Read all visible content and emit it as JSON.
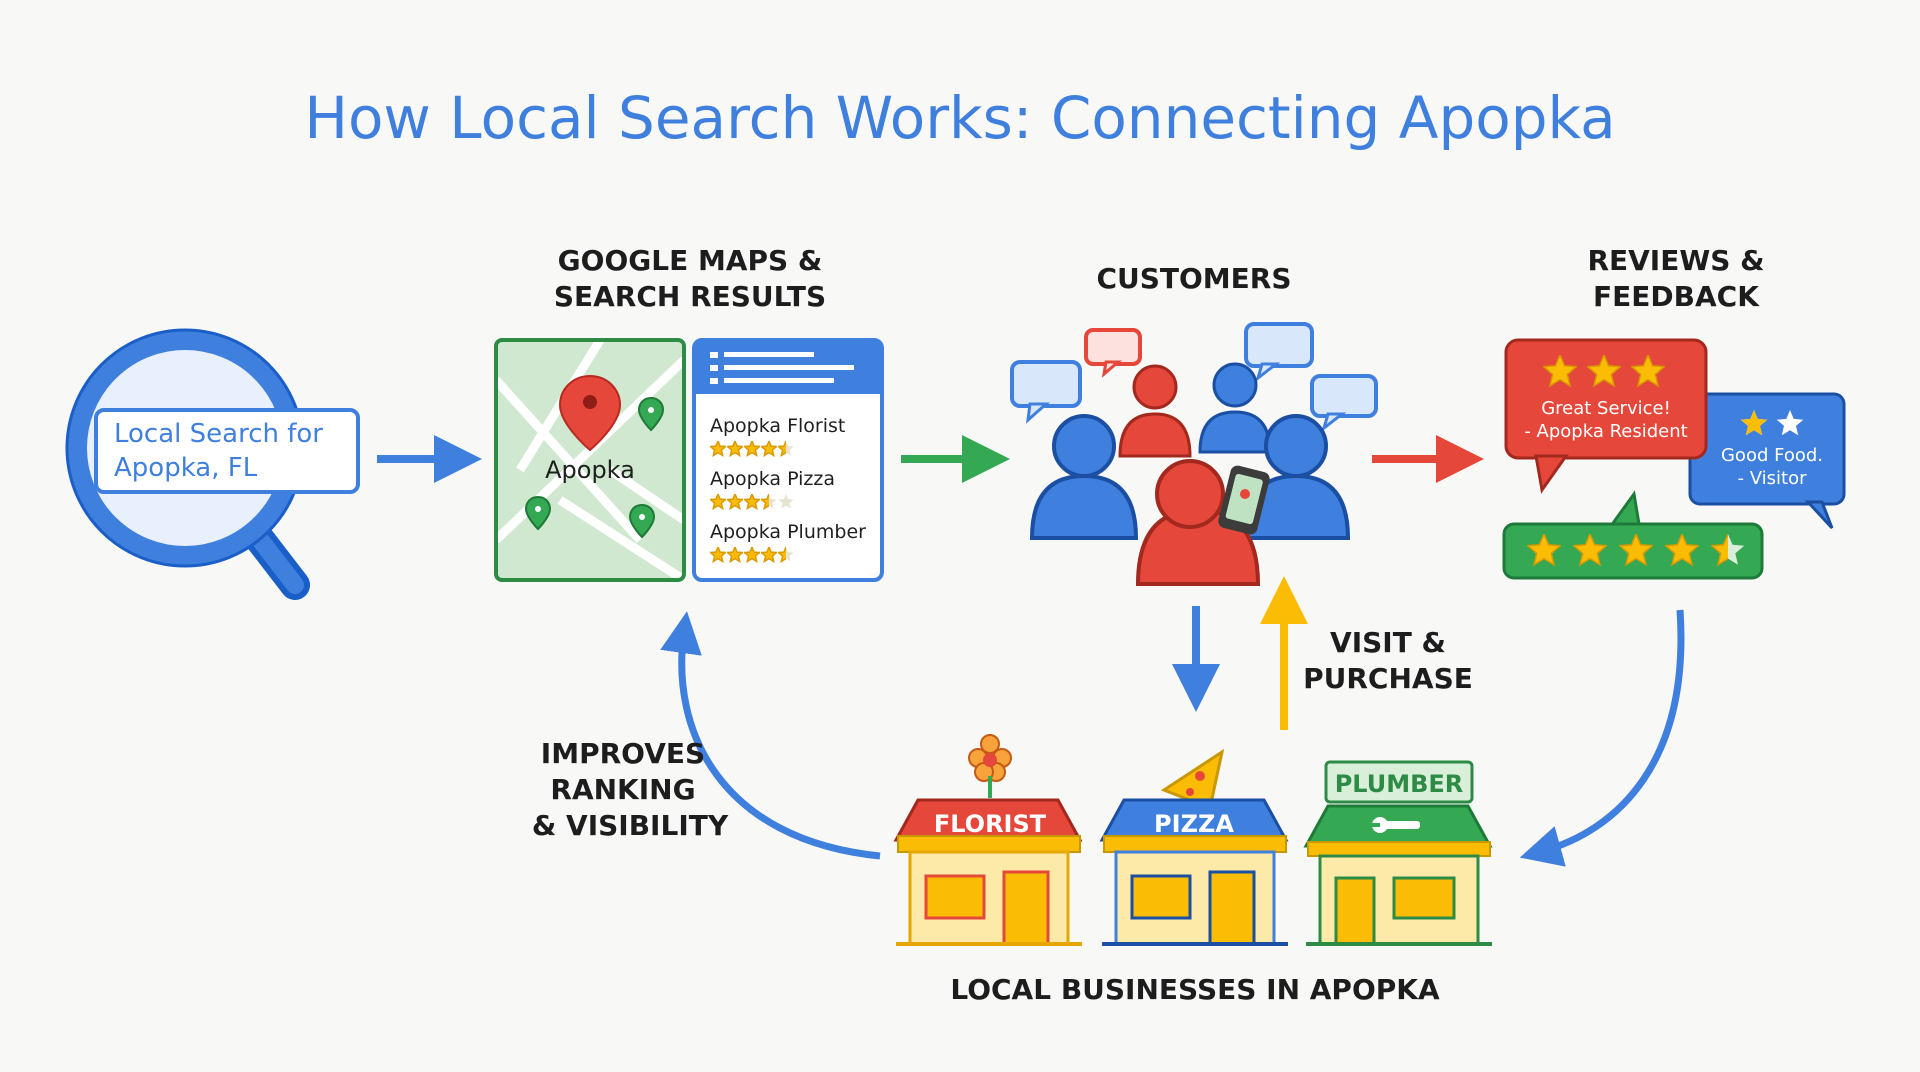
{
  "title": "How Local Search Works: Connecting Apopka",
  "search": {
    "line1": "Local Search for",
    "line2": "Apopka, FL"
  },
  "maps": {
    "label_line1": "GOOGLE MAPS &",
    "label_line2": "SEARCH RESULTS",
    "city": "Apopka",
    "results": [
      "Apopka Florist",
      "Apopka Pizza",
      "Apopka Plumber"
    ],
    "ratings": [
      4.5,
      3.5,
      4.5
    ]
  },
  "customers": {
    "label": "CUSTOMERS"
  },
  "reviews": {
    "label_line1": "REVIEWS &",
    "label_line2": "FEEDBACK",
    "review1_line1": "Great Service!",
    "review1_line2": "- Apopka Resident",
    "review2_line1": "Good Food.",
    "review2_line2": "- Visitor",
    "rating_bar": 4.5
  },
  "visit": {
    "line1": "VISIT &",
    "line2": "PURCHASE"
  },
  "improves": {
    "line1": "IMPROVES",
    "line2": "RANKING",
    "line3": "& VISIBILITY"
  },
  "businesses": {
    "label": "LOCAL BUSINESSES IN APOPKA",
    "shops": [
      "FLORIST",
      "PIZZA",
      "PLUMBER"
    ]
  },
  "colors": {
    "blue": "#3f7fde",
    "red": "#e5473a",
    "green": "#34a853",
    "yellow": "#fbbc05"
  }
}
